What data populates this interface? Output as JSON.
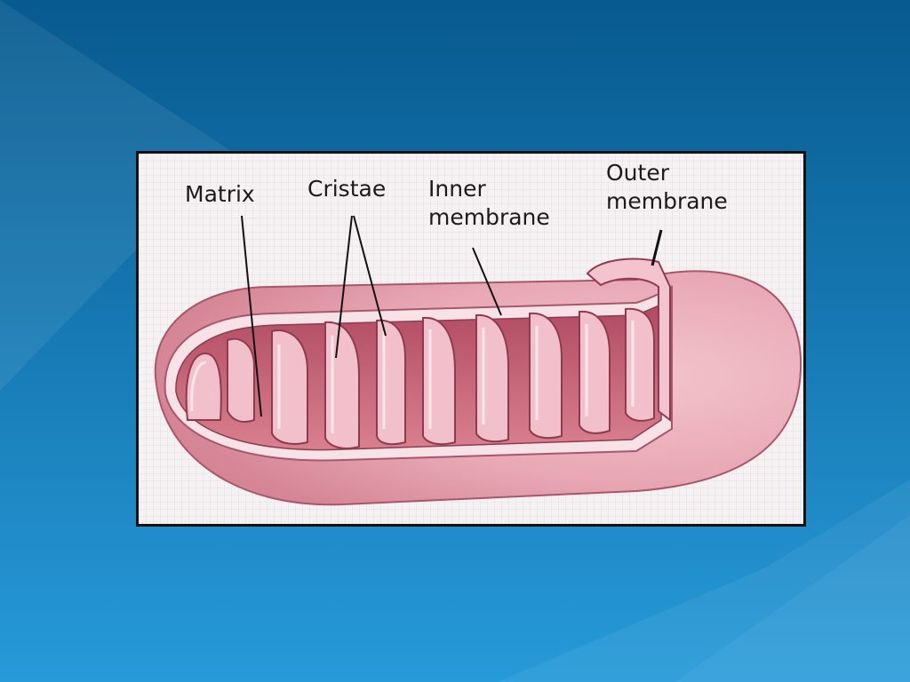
{
  "diagram": {
    "labels": {
      "matrix": "Matrix",
      "cristae": "Cristae",
      "inner_membrane": "Inner\nmembrane",
      "inner_line1": "Inner",
      "inner_line2": "membrane",
      "outer_line1": "Outer",
      "outer_line2": "membrane"
    }
  },
  "colors": {
    "background_dark": "#0a5d93",
    "background_light": "#2596d8",
    "membrane_pink": "#e7a8b4",
    "matrix_pink": "#c9647a",
    "frame_border": "#111111"
  }
}
